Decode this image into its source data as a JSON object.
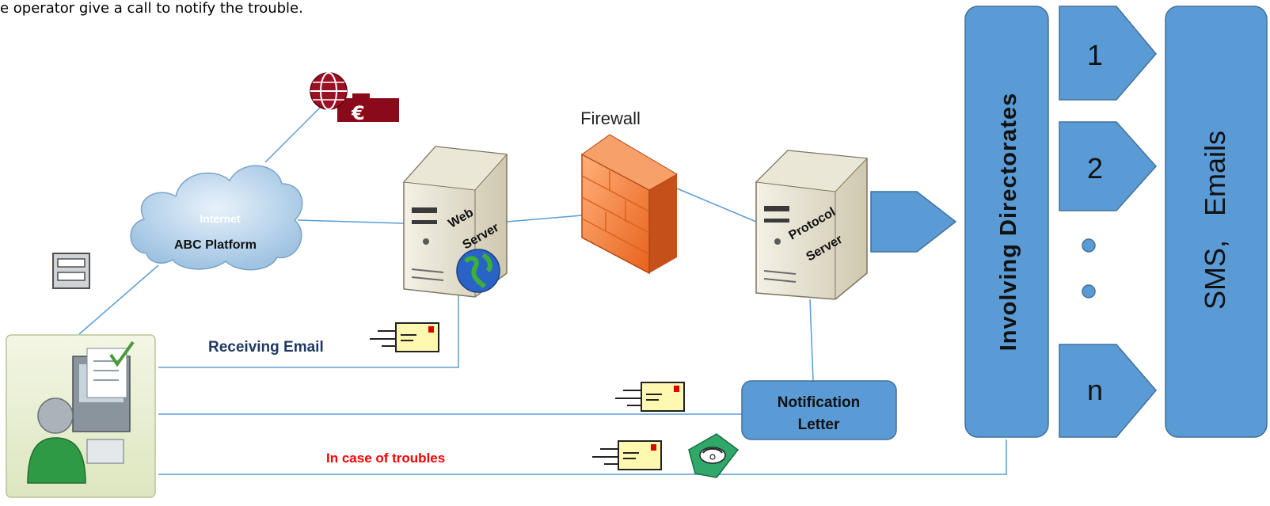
{
  "caption": "e operator give a call to notify the trouble.",
  "cloud": {
    "line1": "Internet",
    "line2": "ABC Platform"
  },
  "firewall_label": "Firewall",
  "web_server": {
    "line1": "Web",
    "line2": "Server"
  },
  "protocol_server": {
    "line1": "Protocol",
    "line2": "Server"
  },
  "receiving_email": "Receiving Email",
  "notification_letter": {
    "line1": "Notification",
    "line2": "Letter"
  },
  "troubles_label": "In case of troubles",
  "directorates_label": "Involving Directorates",
  "channels": [
    "1",
    "2",
    "n"
  ],
  "sms_label": "SMS,   Emails",
  "colors": {
    "box_fill": "#5B9BD5",
    "box_stroke": "#41719C",
    "line": "#5B9BD5",
    "troubles_red": "#FF0000",
    "receiving_blue": "#1F3864",
    "firewall_orange": "#F58233"
  }
}
